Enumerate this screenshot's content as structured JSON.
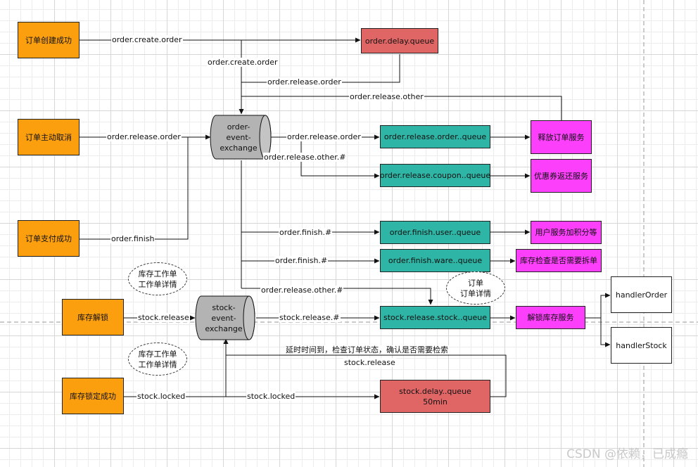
{
  "sources": {
    "order_created": "订单创建成功",
    "order_cancel": "订单主动取消",
    "order_paid": "订单支付成功",
    "stock_unlock": "库存解锁",
    "stock_locked_ok": "库存锁定成功"
  },
  "exchanges": {
    "order_exchange": "order-\nevent-\nexchange",
    "stock_exchange": "stock-\nevent-\nexchange"
  },
  "queues": {
    "order_delay": "order.delay.queue",
    "release_order": "order.release.order..queue",
    "release_coupon": "order.release.coupon..queue",
    "finish_user": "order.finish.user..queue",
    "finish_ware": "order.finish.ware..queue",
    "release_stock": "stock.release.stock..queue",
    "stock_delay": "stock.delay..queue\n50min"
  },
  "services": {
    "release_order_service": "释放订单服务",
    "coupon_return": "优惠券返还服务",
    "user_points": "用户服务加积分等",
    "stock_split_check": "库存检查是否需要拆单",
    "unlock_stock_service": "解锁库存服务",
    "handler_order": "handlerOrder",
    "handler_stock": "handlerStock"
  },
  "notes": {
    "stock_worksheet_1": "库存工作单\n工作单详情",
    "order_detail": "订单\n订单详情",
    "stock_worksheet_2": "库存工作单\n工作单详情"
  },
  "labels": {
    "create_order_route": "order.create.order",
    "create_order_route_2": "order.create.order",
    "release_order_route": "order.release.order",
    "release_other_route": "order.release.other",
    "cancel_route": "order.release.order",
    "finish_route": "order.finish",
    "to_release_queue": "order.release.order",
    "release_other_hash": "order.release.other.#",
    "finish_hash_1": "order.finish.#",
    "finish_hash_2": "order.finish.#",
    "release_other_hash_2": "order.release.other.#",
    "stock_release_route": "stock.release",
    "stock_release_hash": "stock.release.#",
    "check_text": "延时时间到，检查订单状态，确认是否需要检索",
    "stock_release_back": "stock.release",
    "stock_locked_route": "stock.locked",
    "stock_locked_route_2": "stock.locked"
  },
  "watermark": "CSDN @依赖，已成瘾",
  "colors": {
    "source": "#fb9f0f",
    "delay_queue": "#e06666",
    "queue": "#2fb5a5",
    "service": "#fb3ffb",
    "exchange": "#b3b3b3"
  }
}
